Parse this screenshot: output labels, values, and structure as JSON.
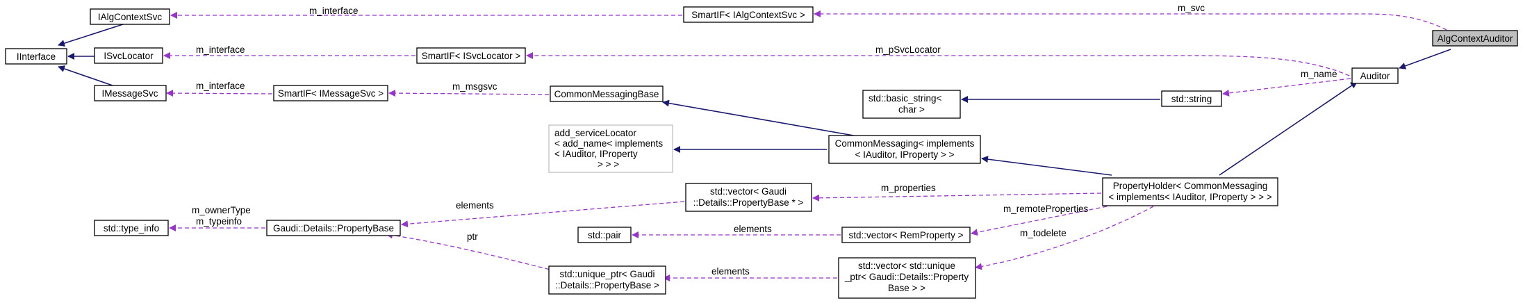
{
  "colors": {
    "inheritance": "#191970",
    "usage": "#9a32cd",
    "node_border": "#000000",
    "ghost_border": "#bfbfbf",
    "focus_fill": "#bfbfbf"
  },
  "nodes": {
    "ialgcontextsvc": [
      "IAlgContextSvc"
    ],
    "iinterface": [
      "IInterface"
    ],
    "isvclocator": [
      "ISvcLocator"
    ],
    "imessagesvc": [
      "IMessageSvc"
    ],
    "smartif_algctx": [
      "SmartIF< IAlgContextSvc >"
    ],
    "smartif_svcloc": [
      "SmartIF< ISvcLocator >"
    ],
    "smartif_msgsvc": [
      "SmartIF< IMessageSvc >"
    ],
    "commonmessagingbase": [
      "CommonMessagingBase"
    ],
    "add_servicelocator": [
      "add_serviceLocator",
      "< add_name< implements",
      "< IAuditor, IProperty",
      "> > >"
    ],
    "commonmessaging": [
      "CommonMessaging< implements",
      "< IAuditor, IProperty > >"
    ],
    "basic_string": [
      "std::basic_string<",
      "char >"
    ],
    "std_string": [
      "std::string"
    ],
    "auditor": [
      "Auditor"
    ],
    "algcontextauditor": [
      "AlgContextAuditor"
    ],
    "propertyholder": [
      "PropertyHolder< CommonMessaging",
      "< implements< IAuditor, IProperty > > >"
    ],
    "vector_propbase_ptr": [
      "std::vector< Gaudi",
      "::Details::PropertyBase * >"
    ],
    "std_type_info": [
      "std::type_info"
    ],
    "propertybase": [
      "Gaudi::Details::PropertyBase"
    ],
    "std_pair": [
      "std::pair"
    ],
    "vector_remproperty": [
      "std::vector< RemProperty >"
    ],
    "unique_ptr_propbase": [
      "std::unique_ptr< Gaudi",
      "::Details::PropertyBase >"
    ],
    "vector_unique_ptr": [
      "std::vector< std::unique",
      "_ptr< Gaudi::Details::Property",
      "Base > >"
    ]
  },
  "edge_labels": {
    "m_interface_1": "m_interface",
    "m_interface_2": "m_interface",
    "m_interface_3": "m_interface",
    "m_svc": "m_svc",
    "m_pSvcLocator": "m_pSvcLocator",
    "m_name": "m_name",
    "m_msgsvc": "m_msgsvc",
    "m_properties": "m_properties",
    "elements_1": "elements",
    "m_remoteProperties": "m_remoteProperties",
    "m_ownerType": "m_ownerType",
    "m_typeinfo": "m_typeinfo",
    "m_todelete": "m_todelete",
    "elements_2": "elements",
    "ptr": "ptr",
    "elements_3": "elements"
  }
}
